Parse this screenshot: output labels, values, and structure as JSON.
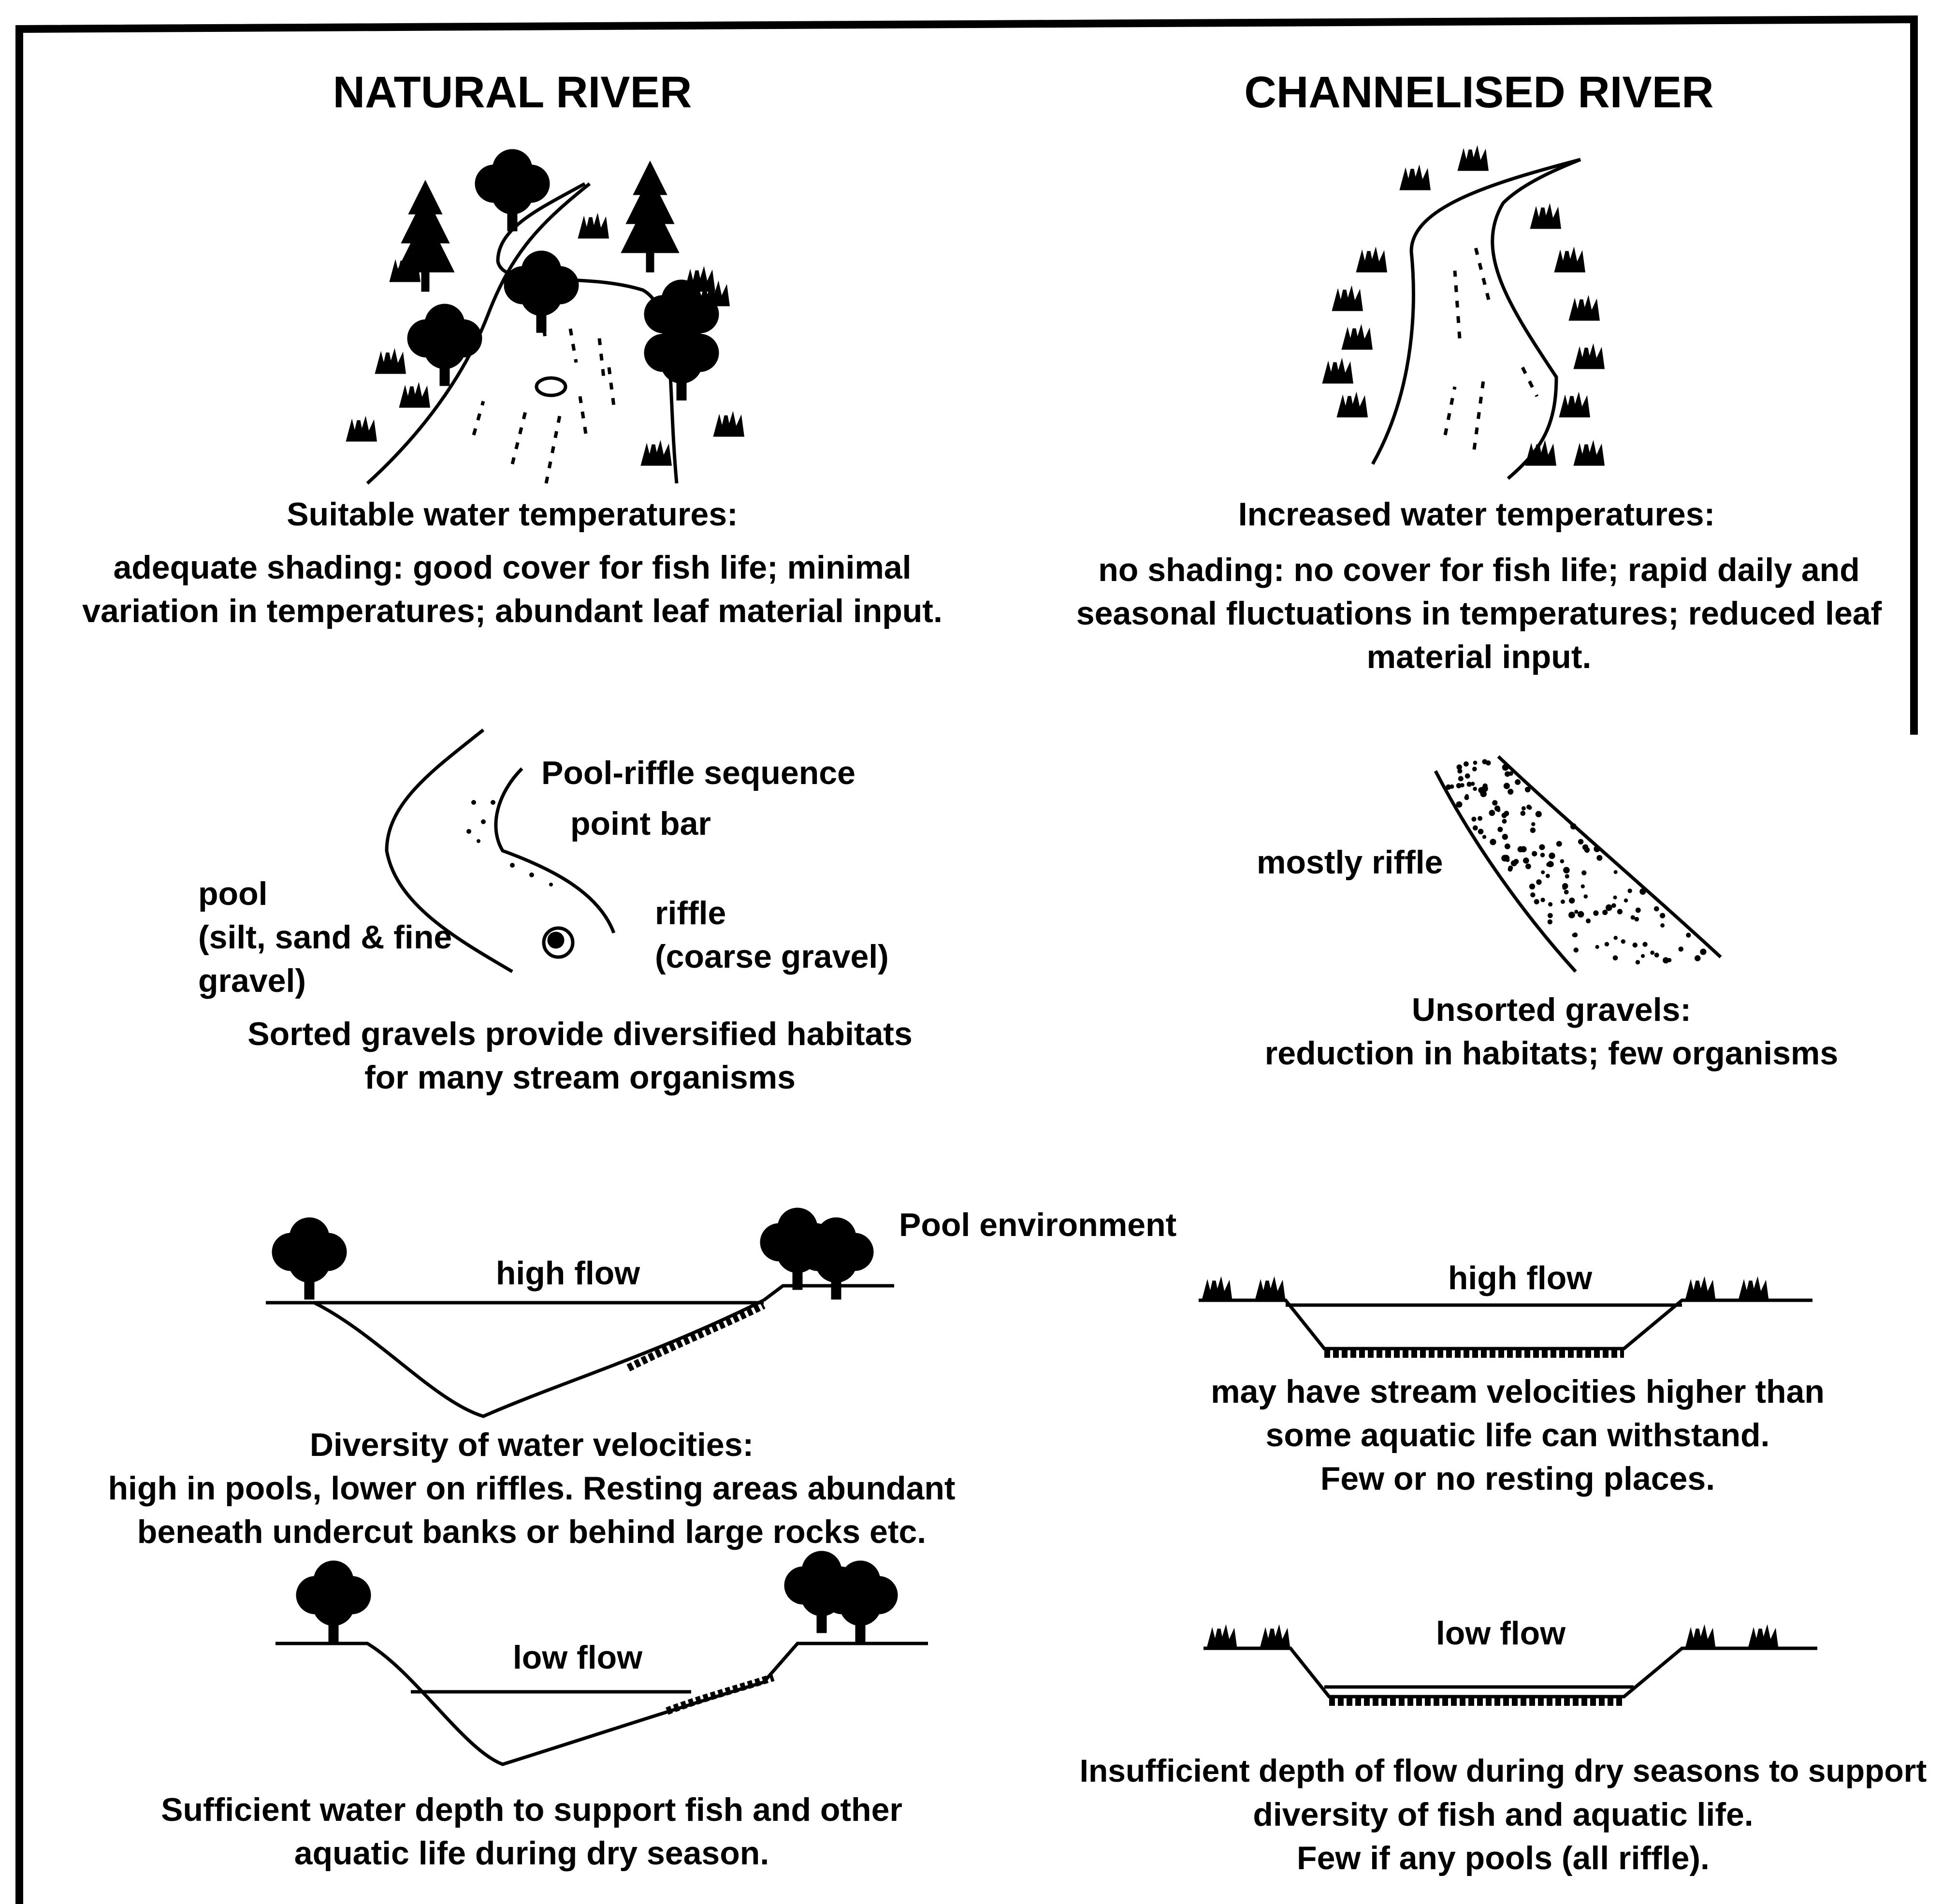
{
  "natural": {
    "title": "NATURAL RIVER",
    "temp_heading": "Suitable water temperatures:",
    "temp_line1": "adequate shading: good cover for fish life; minimal",
    "temp_line2": "variation in temperatures; abundant leaf material input.",
    "riffle_heading": "Pool-riffle sequence",
    "point_bar": "point bar",
    "pool_line1": "pool",
    "pool_line2": "(silt, sand & fine",
    "pool_line3": "gravel)",
    "riffle_line1": "riffle",
    "riffle_line2": "(coarse gravel)",
    "gravel_line1": "Sorted gravels provide diversified habitats",
    "gravel_line2": "for many stream organisms",
    "high_flow": "high flow",
    "velocity_line1": "Diversity of water velocities:",
    "velocity_line2": "high in pools, lower on riffles. Resting areas abundant",
    "velocity_line3": "beneath undercut banks or behind large rocks etc.",
    "low_flow": "low flow",
    "depth_line1": "Sufficient water depth to support fish and other",
    "depth_line2": "aquatic life during dry season."
  },
  "channelised": {
    "title": "CHANNELISED RIVER",
    "temp_heading": "Increased water temperatures:",
    "temp_line1": "no shading: no cover for fish life; rapid daily and",
    "temp_line2": "seasonal fluctuations in temperatures; reduced leaf",
    "temp_line3": "material input.",
    "mostly_riffle": "mostly riffle",
    "gravel_line1": "Unsorted gravels:",
    "gravel_line2": "reduction in habitats; few organisms",
    "high_flow": "high flow",
    "velocity_line1": "may have stream velocities higher than",
    "velocity_line2": "some aquatic life can withstand.",
    "velocity_line3": "Few or no resting places.",
    "low_flow": "low flow",
    "depth_line1": "Insufficient depth of flow during dry seasons to support",
    "depth_line2": "diversity of fish and aquatic life.",
    "depth_line3": "Few if any pools (all riffle)."
  },
  "pool_environment": "Pool environment"
}
